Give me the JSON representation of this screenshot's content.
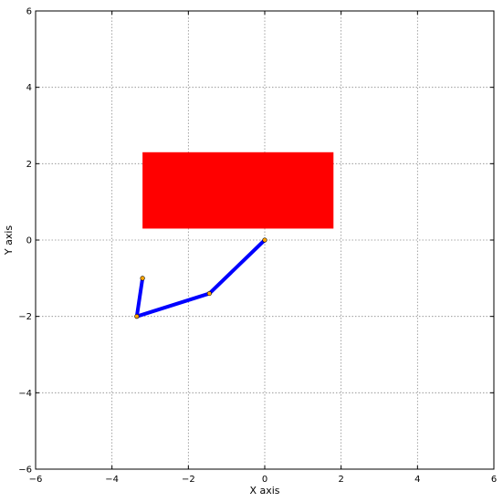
{
  "chart_data": {
    "type": "scatter",
    "xlabel": "X axis",
    "ylabel": "Y axis",
    "xlim": [
      -6,
      6
    ],
    "ylim": [
      -6,
      6
    ],
    "xticks": [
      -6,
      -4,
      -2,
      0,
      2,
      4,
      6
    ],
    "yticks": [
      -6,
      -4,
      -2,
      0,
      2,
      4,
      6
    ],
    "grid": true,
    "grid_style": "dotted",
    "rectangle": {
      "x0": -3.2,
      "x1": 1.8,
      "y0": 0.3,
      "y1": 2.3,
      "color": "#ff0000"
    },
    "series": [
      {
        "line_color": "#0000ff",
        "marker_color": "#ffa500",
        "points": [
          {
            "x": 0.0,
            "y": 0.0
          },
          {
            "x": -1.45,
            "y": -1.4
          },
          {
            "x": -3.35,
            "y": -2.0
          },
          {
            "x": -3.2,
            "y": -1.0
          }
        ]
      }
    ]
  }
}
